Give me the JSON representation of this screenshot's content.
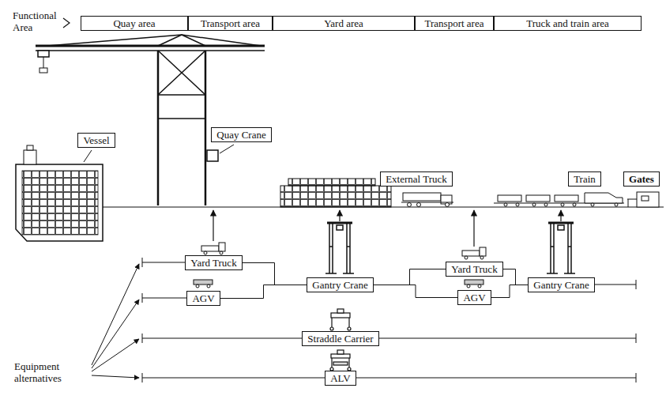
{
  "diagram": {
    "nodes": [
      {
        "text": [
          "Quay area"
        ]
      },
      {
        "text": [
          "Transport area"
        ]
      },
      {
        "text": [
          "Yard area"
        ]
      },
      {
        "text": [
          "Transport area"
        ]
      },
      {
        "text": [
          "Truck and train area"
        ]
      },
      {
        "text": [
          "Vessel"
        ]
      },
      {
        "text": [
          "Quay Crane"
        ]
      },
      {
        "text": [
          "External Truck"
        ]
      },
      {
        "text": [
          "Train"
        ]
      },
      {
        "text": [
          "Gates"
        ]
      },
      {
        "text": [
          "Yard Truck"
        ]
      },
      {
        "text": [
          "AGV"
        ]
      },
      {
        "text": [
          "Gantry Crane"
        ]
      },
      {
        "text": [
          "Yard Truck"
        ]
      },
      {
        "text": [
          "AGV"
        ]
      },
      {
        "text": [
          "Gantry Crane"
        ]
      },
      {
        "text": [
          "Straddle Carrier"
        ]
      },
      {
        "text": [
          "ALV"
        ]
      }
    ],
    "edges": [
      {
        "from": 10,
        "to": 12,
        "arrow": "none"
      },
      {
        "from": 11,
        "to": 12,
        "arrow": "none"
      },
      {
        "from": 12,
        "to": 13,
        "arrow": "none"
      },
      {
        "from": 12,
        "to": 14,
        "arrow": "none"
      },
      {
        "from": 13,
        "to": 15,
        "arrow": "none"
      },
      {
        "from": 14,
        "to": 15,
        "arrow": "none"
      }
    ],
    "labels": [
      "Functional Area",
      "Equipment alternatives"
    ]
  }
}
